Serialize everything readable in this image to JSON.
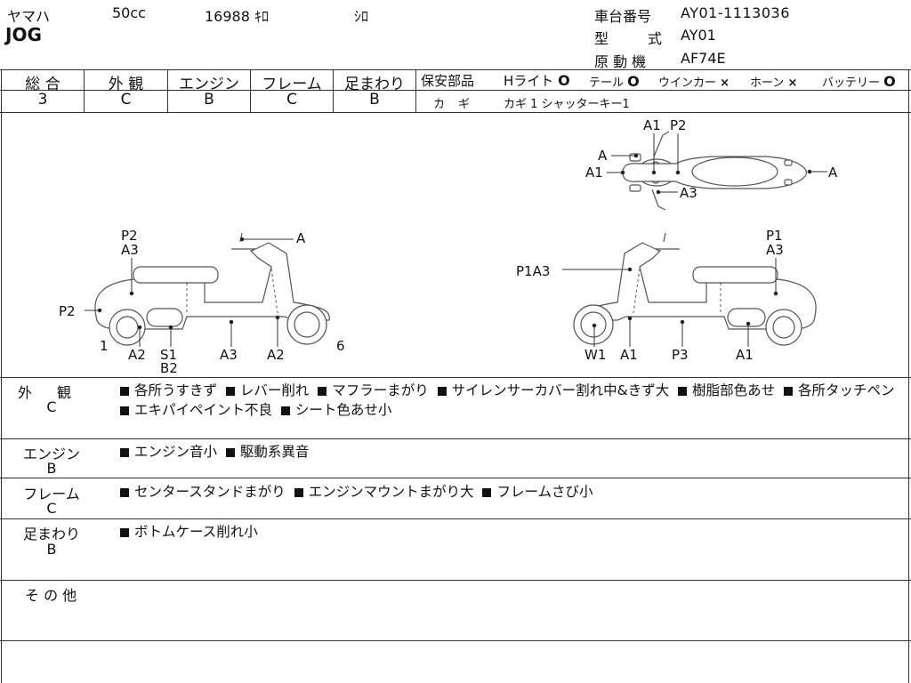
{
  "header": {
    "maker": "ヤマハ",
    "displacement": "50cc",
    "mileage": "16988 ｷﾛ",
    "color": "ｼﾛ",
    "model_name": "JOG",
    "frame_no_label": "車台番号",
    "frame_no": "AY01-1113036",
    "model_label": "型　式",
    "model_code": "AY01",
    "engine_label": "原 動 機",
    "engine_code": "AF74E"
  },
  "grades": {
    "overall": {
      "label": "総 合",
      "value": "3"
    },
    "exterior": {
      "label": "外 観",
      "value": "C"
    },
    "engine": {
      "label": "エンジン",
      "value": "B"
    },
    "frame": {
      "label": "フレーム",
      "value": "C"
    },
    "suspension": {
      "label": "足まわり",
      "value": "B"
    }
  },
  "safety": {
    "label": "保安部品",
    "items": [
      {
        "name": "Hライト",
        "status": "O"
      },
      {
        "name": "テール",
        "status": "O"
      },
      {
        "name": "ウインカー",
        "status": "×"
      },
      {
        "name": "ホーン",
        "status": "×"
      },
      {
        "name": "バッテリー",
        "status": "O"
      }
    ],
    "key_label": "カ　ギ",
    "key_value": "カギ 1 シャッターキー1"
  },
  "diagram_labels": {
    "top": [
      "A1",
      "P2",
      "A",
      "A1",
      "A",
      "A3"
    ],
    "left": [
      "P2",
      "A3",
      "A",
      "P2",
      "1",
      "A2",
      "S1",
      "B2",
      "A3",
      "A2",
      "6"
    ],
    "right": [
      "P1",
      "A3",
      "P1A3",
      "W1",
      "A1",
      "P3",
      "A1"
    ]
  },
  "sections": [
    {
      "title": "外　観",
      "grade": "C",
      "items": [
        "各所うすきず",
        "レバー削れ",
        "マフラーまがり",
        "サイレンサーカバー割れ中&きず大",
        "樹脂部色あせ",
        "各所タッチペン",
        "エキパイペイント不良",
        "シート色あせ小"
      ]
    },
    {
      "title": "エンジン",
      "grade": "B",
      "items": [
        "エンジン音小",
        "駆動系異音"
      ]
    },
    {
      "title": "フレーム",
      "grade": "C",
      "items": [
        "センタースタンドまがり",
        "エンジンマウントまがり大",
        "フレームさび小"
      ]
    },
    {
      "title": "足まわり",
      "grade": "B",
      "items": [
        "ボトムケース削れ小"
      ]
    },
    {
      "title": "そ の 他",
      "grade": "",
      "items": []
    }
  ]
}
